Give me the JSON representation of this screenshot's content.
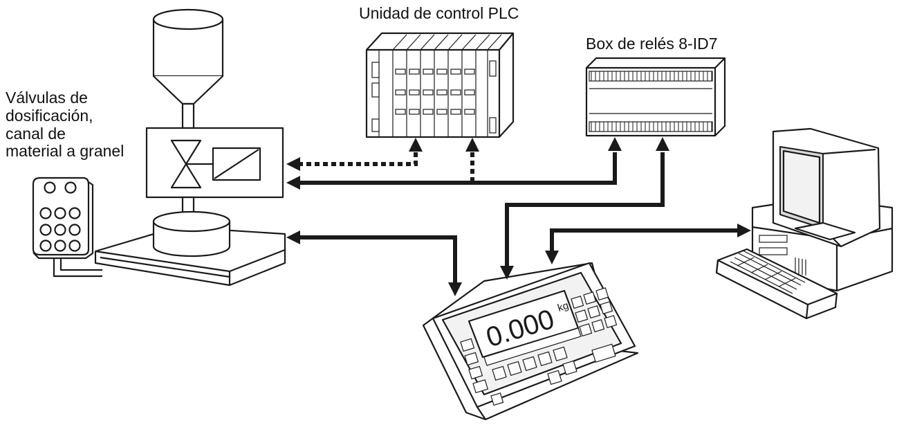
{
  "labels": {
    "valves": [
      "Válvulas de",
      "dosificación,",
      "canal de",
      "material a granel"
    ],
    "plc": "Unidad de control PLC",
    "relay_box": "Box de relés 8-ID7"
  },
  "terminal": {
    "display_value": "0.000",
    "unit": "kg"
  },
  "colors": {
    "line": "#1a1a1a",
    "background": "#ffffff"
  }
}
